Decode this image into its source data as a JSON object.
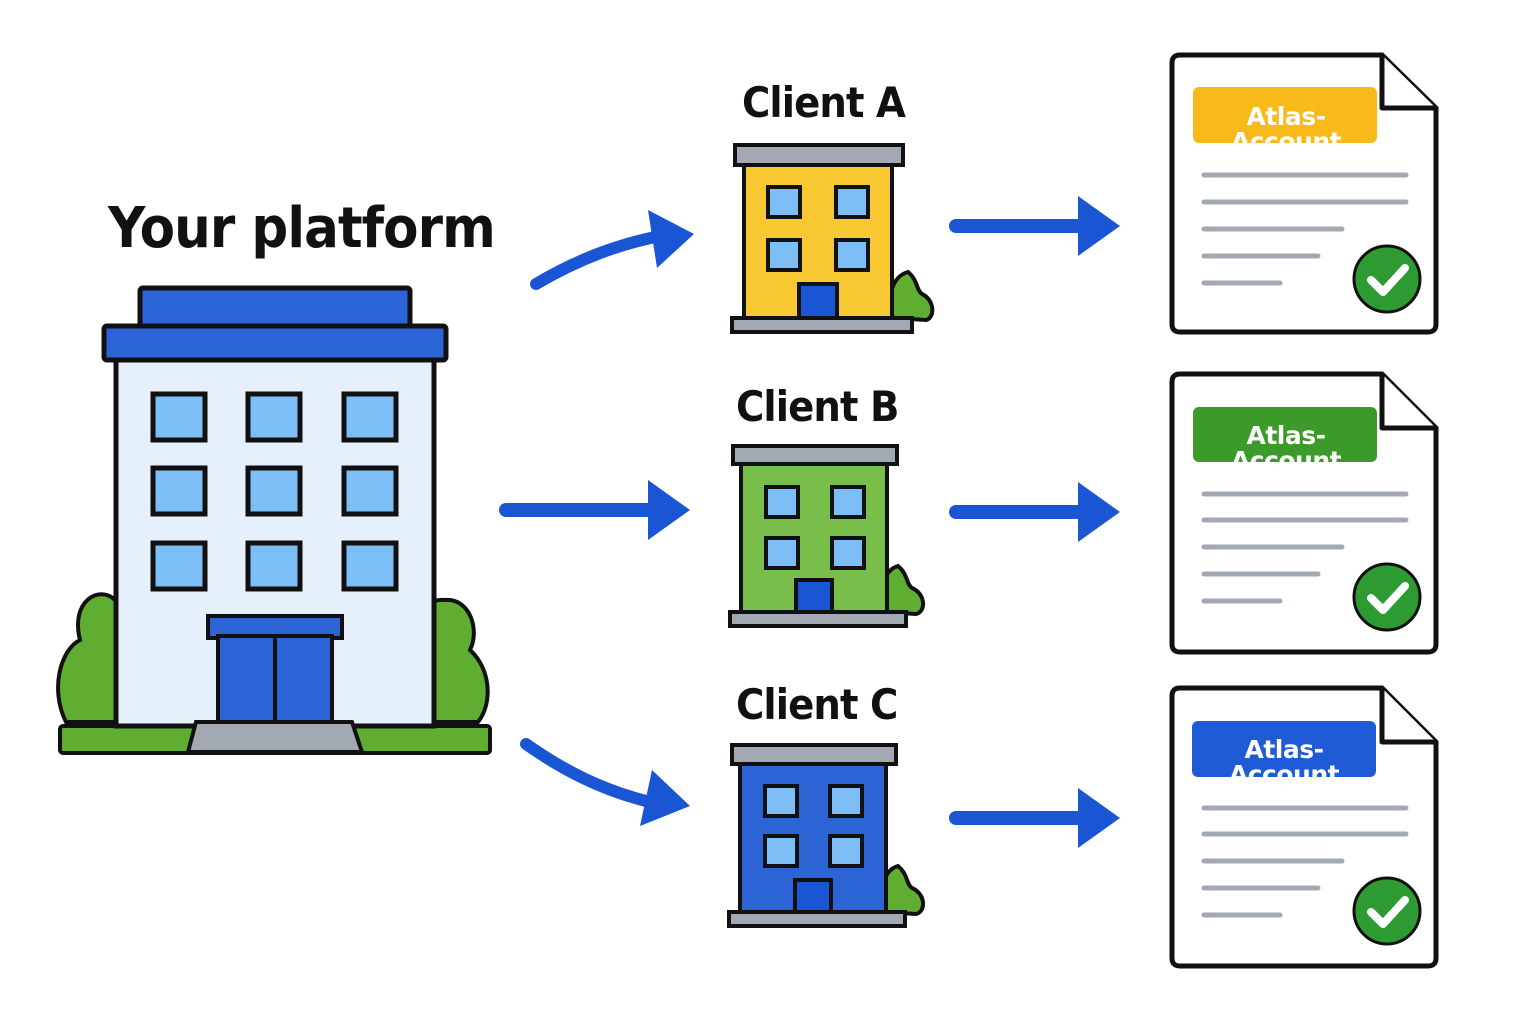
{
  "platform": {
    "title": "Your platform"
  },
  "clients": [
    {
      "name": "Client A",
      "building_color": "#F7C832",
      "badge_color": "#F8BA1A",
      "badge_label": "Atlas-Account"
    },
    {
      "name": "Client B",
      "building_color": "#79BE4A",
      "badge_color": "#3C9A2B",
      "badge_label": "Atlas-Account"
    },
    {
      "name": "Client C",
      "building_color": "#2C64D6",
      "badge_color": "#1F5BD6",
      "badge_label": "Atlas-Account"
    }
  ],
  "colors": {
    "arrow": "#1A55D4",
    "outline": "#111111",
    "platform_wall": "#E6F0FC",
    "platform_roof": "#2C64D6",
    "window": "#7DBEF7",
    "bush": "#5FAE32",
    "check": "#2E9A32",
    "doc_line": "#A3A9B3"
  }
}
